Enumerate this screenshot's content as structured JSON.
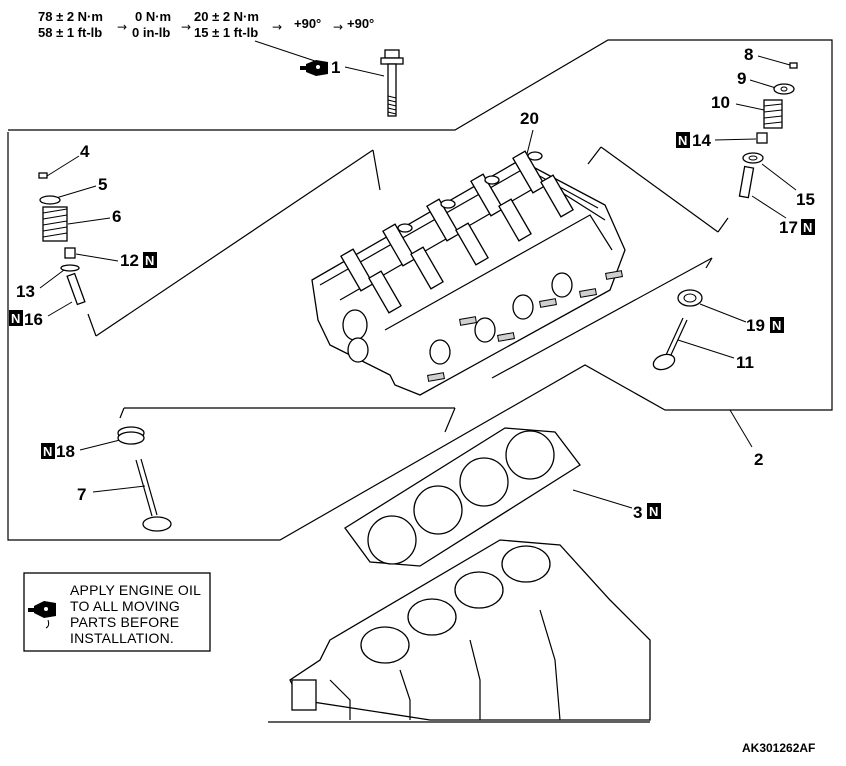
{
  "torque_spec": {
    "step1_nm": "78 ± 2 N·m",
    "step1_ftlb": "58 ± 1 ft-lb",
    "step2_nm": "0 N·m",
    "step2_inlb": "0 in-lb",
    "step3_nm": "20 ± 2 N·m",
    "step3_ftlb": "15 ± 1 ft-lb",
    "step4": "+90°",
    "step5": "+90°",
    "arrow": "→"
  },
  "callouts": {
    "c1": "1",
    "c2": "2",
    "c3": "3",
    "c4": "4",
    "c5": "5",
    "c6": "6",
    "c7": "7",
    "c8": "8",
    "c9": "9",
    "c10": "10",
    "c11": "11",
    "c12": "12",
    "c13": "13",
    "c14": "14",
    "c15": "15",
    "c16": "16",
    "c17": "17",
    "c18": "18",
    "c19": "19",
    "c20": "20"
  },
  "badge": "N",
  "note": {
    "line1": "APPLY ENGINE OIL",
    "line2": "TO ALL MOVING",
    "line3": "PARTS BEFORE",
    "line4": "INSTALLATION."
  },
  "figure_code": "AK301262AF"
}
